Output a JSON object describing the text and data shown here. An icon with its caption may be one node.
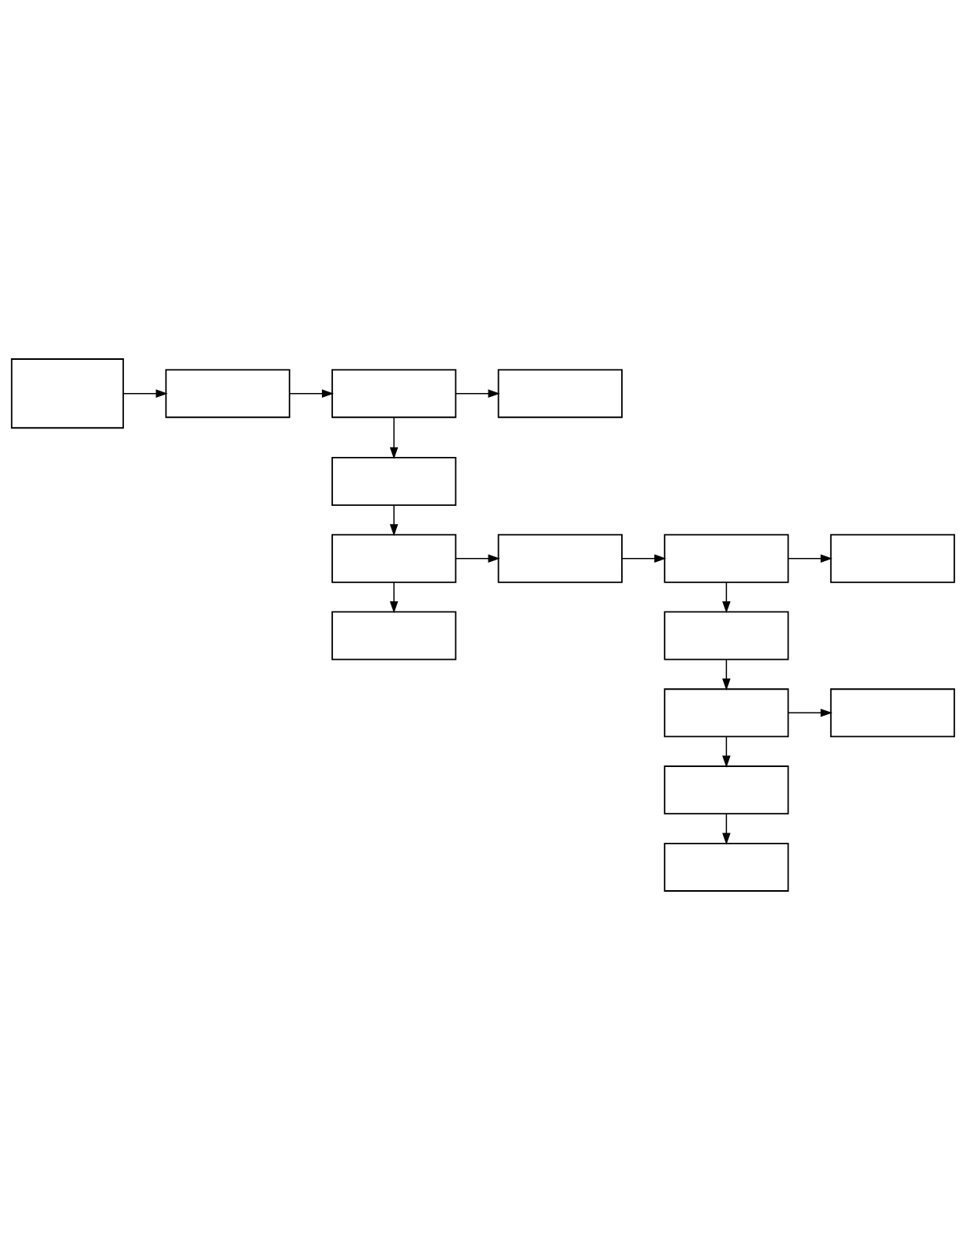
{
  "diagram": {
    "nodes": [
      {
        "text": [],
        "shape": "box"
      },
      {
        "text": [],
        "shape": "box"
      },
      {
        "text": [],
        "shape": "box"
      },
      {
        "text": [],
        "shape": "box"
      },
      {
        "text": [],
        "shape": "box"
      },
      {
        "text": [],
        "shape": "box"
      },
      {
        "text": [],
        "shape": "box"
      },
      {
        "text": [],
        "shape": "box"
      },
      {
        "text": [],
        "shape": "box"
      },
      {
        "text": [],
        "shape": "box"
      },
      {
        "text": [],
        "shape": "box"
      },
      {
        "text": [],
        "shape": "box"
      },
      {
        "text": [],
        "shape": "box"
      },
      {
        "text": [],
        "shape": "box"
      },
      {
        "text": [],
        "shape": "box"
      }
    ],
    "edges": [
      {
        "from": 0,
        "to": 1,
        "arrow": "to"
      },
      {
        "from": 1,
        "to": 2,
        "arrow": "to"
      },
      {
        "from": 2,
        "to": 3,
        "arrow": "to"
      },
      {
        "from": 2,
        "to": 4,
        "arrow": "to"
      },
      {
        "from": 4,
        "to": 5,
        "arrow": "to"
      },
      {
        "from": 5,
        "to": 6,
        "arrow": "to"
      },
      {
        "from": 5,
        "to": 9,
        "arrow": "to"
      },
      {
        "from": 6,
        "to": 7,
        "arrow": "to"
      },
      {
        "from": 7,
        "to": 8,
        "arrow": "to"
      },
      {
        "from": 7,
        "to": 10,
        "arrow": "to"
      },
      {
        "from": 10,
        "to": 11,
        "arrow": "to"
      },
      {
        "from": 11,
        "to": 12,
        "arrow": "to"
      },
      {
        "from": 11,
        "to": 13,
        "arrow": "to"
      },
      {
        "from": 13,
        "to": 14,
        "arrow": "to"
      }
    ]
  }
}
